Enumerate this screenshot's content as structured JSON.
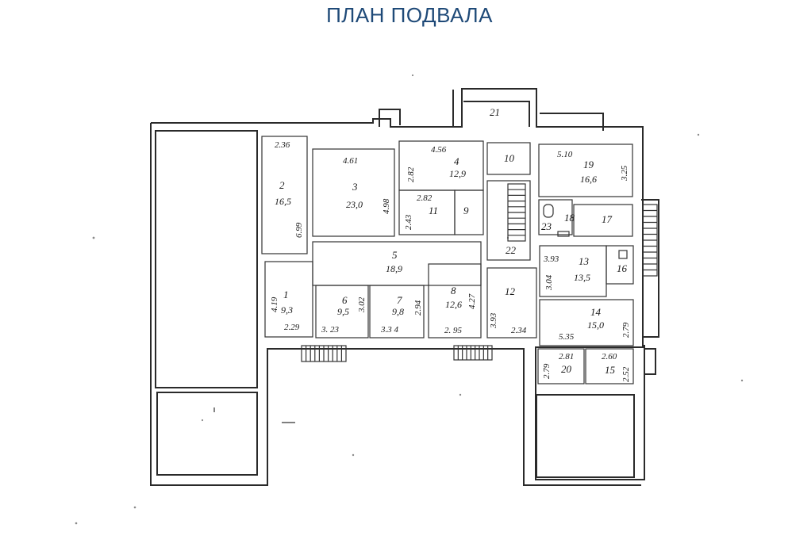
{
  "title": "ПЛАН ПОДВАЛА",
  "labels": [
    {
      "id": "r1-num",
      "text": "1"
    },
    {
      "id": "r1-area",
      "text": "9,3"
    },
    {
      "id": "r2-num",
      "text": "2"
    },
    {
      "id": "r2-area",
      "text": "16,5"
    },
    {
      "id": "r3-num",
      "text": "3"
    },
    {
      "id": "r3-area",
      "text": "23,0"
    },
    {
      "id": "r4-num",
      "text": "4"
    },
    {
      "id": "r4-area",
      "text": "12,9"
    },
    {
      "id": "r5-num",
      "text": "5"
    },
    {
      "id": "r5-area",
      "text": "18,9"
    },
    {
      "id": "r6-num",
      "text": "6"
    },
    {
      "id": "r6-area",
      "text": "9,5"
    },
    {
      "id": "r7-num",
      "text": "7"
    },
    {
      "id": "r7-area",
      "text": "9,8"
    },
    {
      "id": "r8-num",
      "text": "8"
    },
    {
      "id": "r8-area",
      "text": "12,6"
    },
    {
      "id": "r9-num",
      "text": "9"
    },
    {
      "id": "r10-num",
      "text": "10"
    },
    {
      "id": "r11-num",
      "text": "11"
    },
    {
      "id": "r12-num",
      "text": "12"
    },
    {
      "id": "r13-num",
      "text": "13"
    },
    {
      "id": "r13-area",
      "text": "13,5"
    },
    {
      "id": "r14-num",
      "text": "14"
    },
    {
      "id": "r14-area",
      "text": "15,0"
    },
    {
      "id": "r15-num",
      "text": "15"
    },
    {
      "id": "r16-num",
      "text": "16"
    },
    {
      "id": "r17-num",
      "text": "17"
    },
    {
      "id": "r18-num",
      "text": "18"
    },
    {
      "id": "r19-num",
      "text": "19"
    },
    {
      "id": "r19-area",
      "text": "16,6"
    },
    {
      "id": "r20-num",
      "text": "20"
    },
    {
      "id": "r21-num",
      "text": "21"
    },
    {
      "id": "r22-num",
      "text": "22"
    },
    {
      "id": "r23-num",
      "text": "23"
    },
    {
      "id": "d-236",
      "text": "2.36"
    },
    {
      "id": "d-699",
      "text": "6.99"
    },
    {
      "id": "d-461",
      "text": "4.61"
    },
    {
      "id": "d-498",
      "text": "4.98"
    },
    {
      "id": "d-456",
      "text": "4.56"
    },
    {
      "id": "d-282a",
      "text": "2.82"
    },
    {
      "id": "d-282b",
      "text": "2.82"
    },
    {
      "id": "d-243",
      "text": "2.43"
    },
    {
      "id": "d-510",
      "text": "5.10"
    },
    {
      "id": "d-325",
      "text": "3.25"
    },
    {
      "id": "d-419",
      "text": "4.19"
    },
    {
      "id": "d-229",
      "text": "2.29"
    },
    {
      "id": "d-302",
      "text": "3.02"
    },
    {
      "id": "d-323",
      "text": "3. 23"
    },
    {
      "id": "d-334",
      "text": "3.3 4"
    },
    {
      "id": "d-294",
      "text": "2.94"
    },
    {
      "id": "d-427",
      "text": "4.27"
    },
    {
      "id": "d-295",
      "text": "2. 95"
    },
    {
      "id": "d-393a",
      "text": "3.93"
    },
    {
      "id": "d-234",
      "text": "2.34"
    },
    {
      "id": "d-393b",
      "text": "3.93"
    },
    {
      "id": "d-304",
      "text": "3.04"
    },
    {
      "id": "d-535",
      "text": "5.35"
    },
    {
      "id": "d-279a",
      "text": "2.79"
    },
    {
      "id": "d-281",
      "text": "2.81"
    },
    {
      "id": "d-260",
      "text": "2.60"
    },
    {
      "id": "d-279b",
      "text": "2.79"
    },
    {
      "id": "d-252",
      "text": "2.52"
    }
  ]
}
